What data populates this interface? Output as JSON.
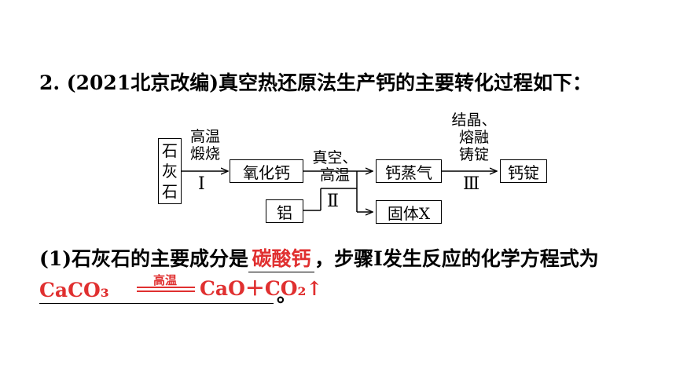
{
  "question": {
    "title": "2. (2021北京改编)真空热还原法生产钙的主要转化过程如下："
  },
  "flow": {
    "limestone": [
      "石",
      "灰",
      "石"
    ],
    "cond1_line1": "高温",
    "cond1_line2": "煅烧",
    "step1": "Ⅰ",
    "cao": "氧化钙",
    "al": "铝",
    "cond2_line1": "真空、",
    "cond2_line2": "高温",
    "step2": "Ⅱ",
    "ca_vapor": "钙蒸气",
    "solid_x": "固体X",
    "cond3_line1": "结晶、",
    "cond3_line2": "熔融",
    "cond3_line3": "铸锭",
    "step3": "Ⅲ",
    "ca_ingot": "钙锭"
  },
  "part1": {
    "prefix": "(1)石灰石的主要成分是",
    "answer1": "碳酸钙",
    "mid": "，步骤Ⅰ发生反应的化学方程式为",
    "eq_left": "CaCO₃",
    "eq_condition": "高温",
    "eq_right": "CaO＋CO₂↑",
    "end": "。"
  },
  "colors": {
    "answer": "#e03030",
    "text": "#000000"
  }
}
